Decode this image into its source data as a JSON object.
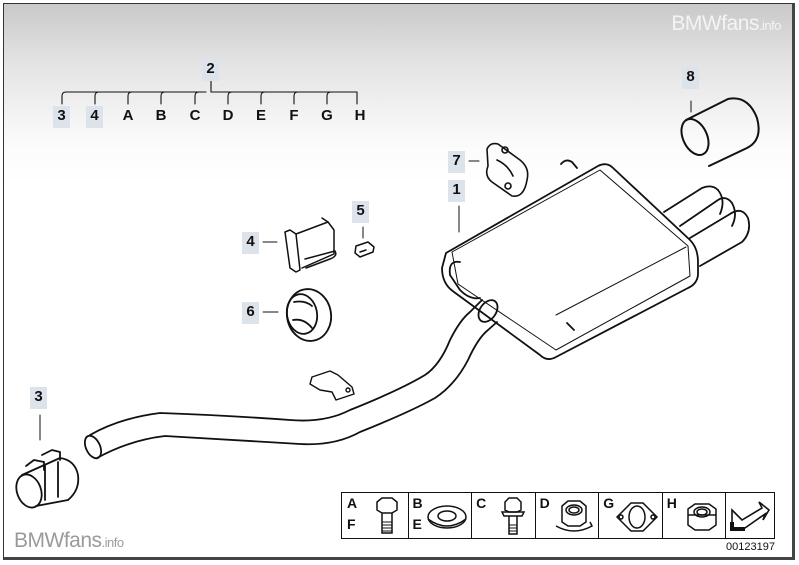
{
  "watermark": {
    "brand": "BMWfans",
    "suffix": ".info"
  },
  "diagram": {
    "title_part": "Exhaust system, rear silencer",
    "callouts": {
      "c1": "1",
      "c2": "2",
      "c3_top": "3",
      "c4_top": "4",
      "c3": "3",
      "c4": "4",
      "c5": "5",
      "c6": "6",
      "c7": "7",
      "c8": "8"
    },
    "kit_items": [
      "A",
      "B",
      "C",
      "D",
      "E",
      "F",
      "G",
      "H"
    ],
    "part_number": "00123197"
  },
  "legend": {
    "cells": [
      {
        "letters": [
          "A",
          "F"
        ],
        "icon": "hex-bolt-icon"
      },
      {
        "letters": [
          "B",
          "E"
        ],
        "icon": "washer-icon"
      },
      {
        "letters": [
          "C"
        ],
        "icon": "flange-bolt-icon"
      },
      {
        "letters": [
          "D"
        ],
        "icon": "flange-nut-icon"
      },
      {
        "letters": [
          "G"
        ],
        "icon": "gasket-icon"
      },
      {
        "letters": [
          "H"
        ],
        "icon": "hex-nut-icon"
      },
      {
        "letters": [],
        "icon": "arrow-icon"
      }
    ]
  }
}
